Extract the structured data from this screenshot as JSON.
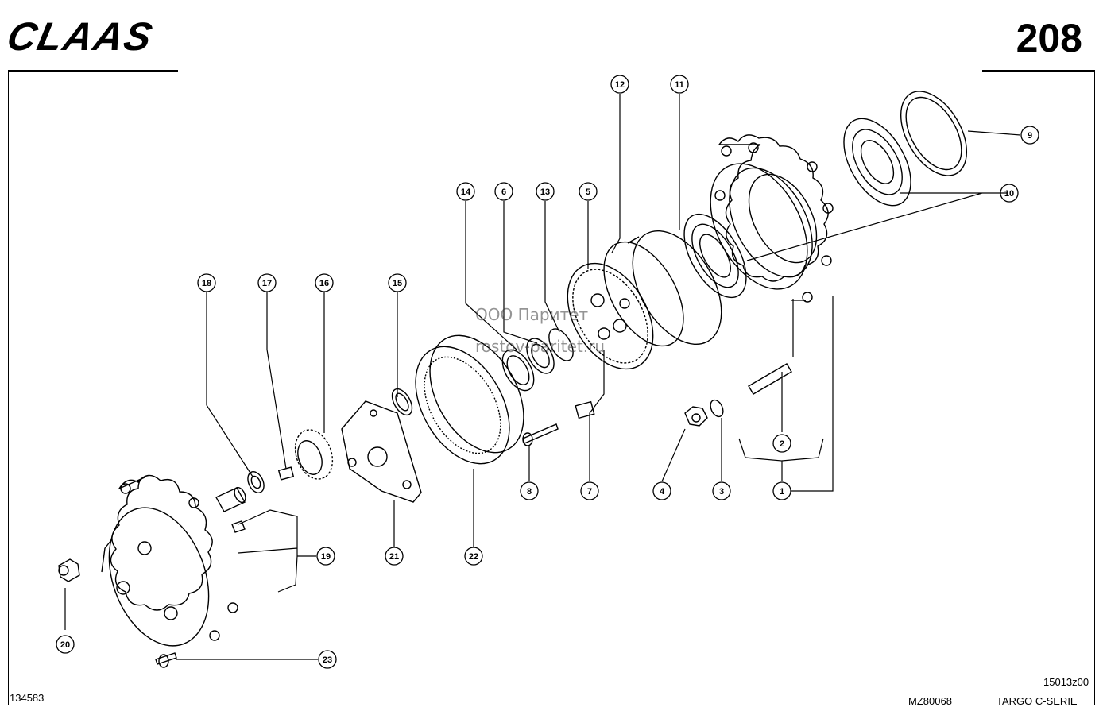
{
  "header": {
    "brand": "CLAAS",
    "page_number": "208"
  },
  "footer": {
    "doc_number": "134583",
    "mz_code": "MZ80068",
    "series": "TARGO C-SERIE",
    "ref_code": "15013z00"
  },
  "watermark": {
    "line1": "ООО Паритет",
    "line2": "rostov-paritet.ru"
  },
  "callouts": [
    {
      "id": "c1",
      "label": "1"
    },
    {
      "id": "c2",
      "label": "2"
    },
    {
      "id": "c3",
      "label": "3"
    },
    {
      "id": "c4",
      "label": "4"
    },
    {
      "id": "c5",
      "label": "5"
    },
    {
      "id": "c6",
      "label": "6"
    },
    {
      "id": "c7",
      "label": "7"
    },
    {
      "id": "c8",
      "label": "8"
    },
    {
      "id": "c9",
      "label": "9"
    },
    {
      "id": "c10",
      "label": "10"
    },
    {
      "id": "c11",
      "label": "11"
    },
    {
      "id": "c12",
      "label": "12"
    },
    {
      "id": "c13",
      "label": "13"
    },
    {
      "id": "c14",
      "label": "14"
    },
    {
      "id": "c15",
      "label": "15"
    },
    {
      "id": "c16",
      "label": "16"
    },
    {
      "id": "c17",
      "label": "17"
    },
    {
      "id": "c18",
      "label": "18"
    },
    {
      "id": "c19",
      "label": "19"
    },
    {
      "id": "c20",
      "label": "20"
    },
    {
      "id": "c21",
      "label": "21"
    },
    {
      "id": "c22",
      "label": "22"
    },
    {
      "id": "c23",
      "label": "23"
    }
  ]
}
